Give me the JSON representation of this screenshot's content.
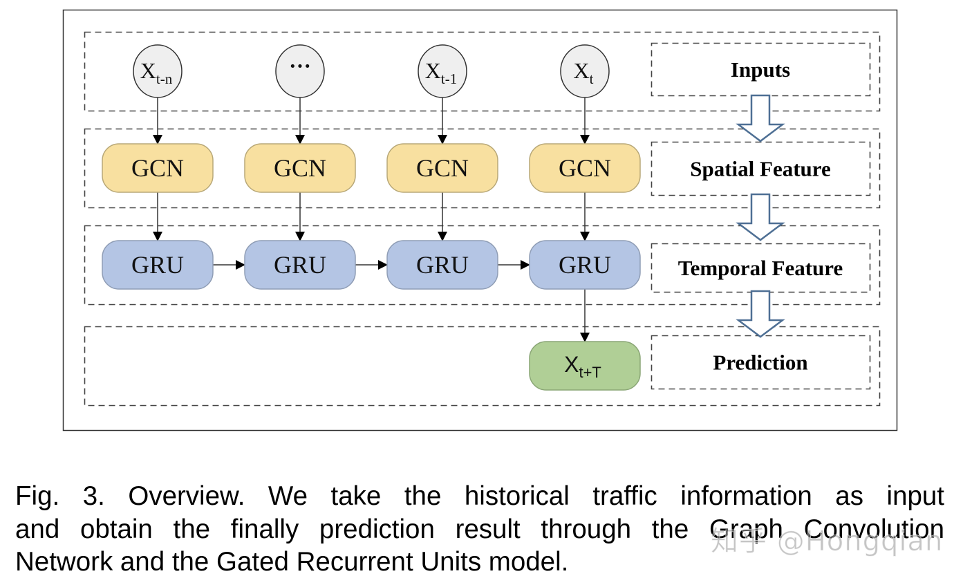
{
  "figure": {
    "rows": [
      {
        "id": "inputs",
        "label": "Inputs"
      },
      {
        "id": "spatial",
        "label": "Spatial Feature"
      },
      {
        "id": "temporal",
        "label": "Temporal Feature"
      },
      {
        "id": "prediction",
        "label": "Prediction"
      }
    ],
    "inputs": [
      {
        "base": "X",
        "sub": "t-n"
      },
      {
        "base": "···",
        "sub": ""
      },
      {
        "base": "X",
        "sub": "t-1"
      },
      {
        "base": "X",
        "sub": "t"
      }
    ],
    "gcn_label": "GCN",
    "gru_label": "GRU",
    "output": {
      "base": "X",
      "sub": "t+T"
    },
    "colors": {
      "input_fill": "#efefef",
      "gcn_fill": "#f8e0a0",
      "gcn_stroke": "#b8a878",
      "gru_fill": "#b4c5e4",
      "gru_stroke": "#8f9db5",
      "output_fill": "#b0cf96",
      "output_stroke": "#8aa676",
      "hollow_arrow": "#4e6f94",
      "dashed": "#444444"
    }
  },
  "caption": {
    "lines": [
      "Fig. 3. Overview. We take the historical traffic information as input",
      "and obtain the finally prediction result through the Graph Convolution",
      "Network and the Gated Recurrent Units model."
    ]
  },
  "watermark": "知乎 @Hongqian"
}
